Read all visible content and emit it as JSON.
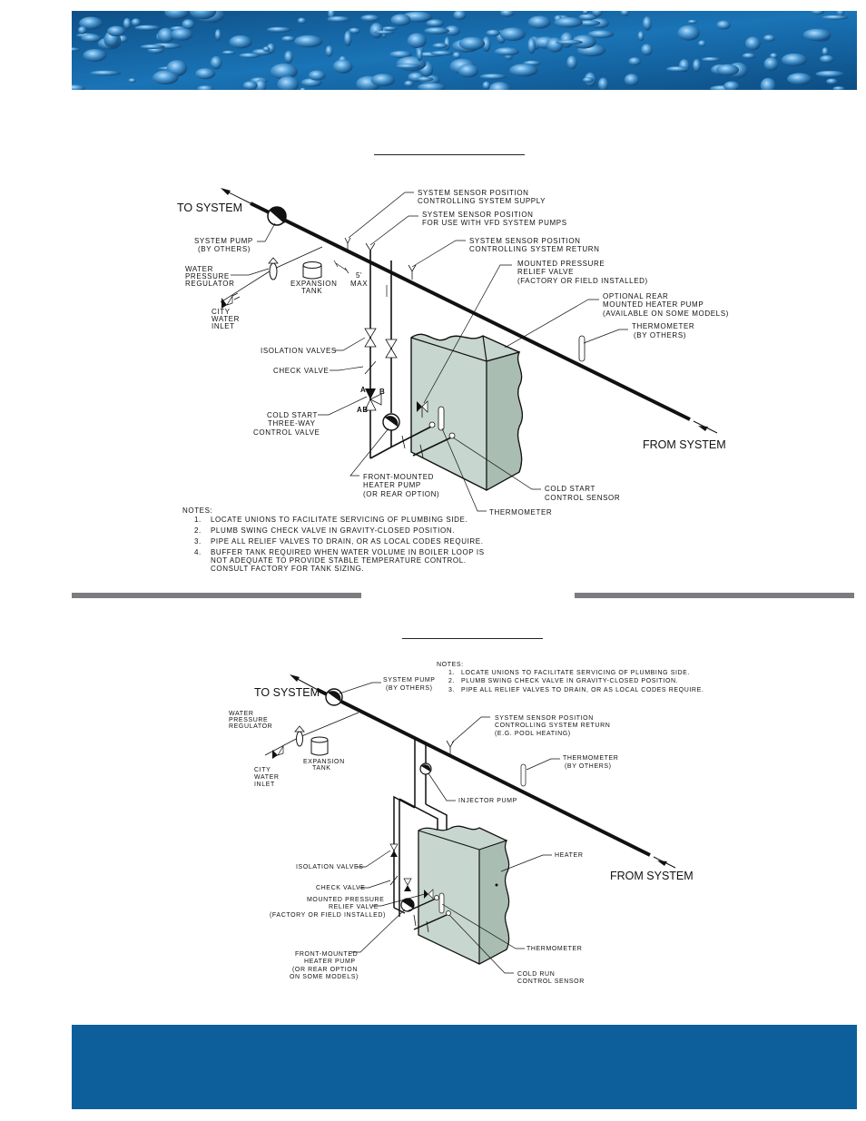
{
  "colors": {
    "banner_blue": "#1a6fb0",
    "footer_blue": "#0d5f9b",
    "divider_gray": "#7a7c80",
    "heater_green": "#c7d6cf"
  },
  "diagram1": {
    "to_system": "TO SYSTEM",
    "from_system": "FROM SYSTEM",
    "system_pump": [
      "SYSTEM PUMP",
      "(BY OTHERS)"
    ],
    "water_pressure_regulator": [
      "WATER",
      "PRESSURE",
      "REGULATOR"
    ],
    "city_water_inlet": [
      "CITY",
      "WATER",
      "INLET"
    ],
    "expansion_tank": [
      "EXPANSION",
      "TANK"
    ],
    "five_max": [
      "5'",
      "MAX"
    ],
    "sensor_supply": [
      "SYSTEM SENSOR POSITION",
      "CONTROLLING SYSTEM SUPPLY"
    ],
    "sensor_vfd": [
      "SYSTEM SENSOR POSITION",
      "FOR USE WITH VFD SYSTEM PUMPS"
    ],
    "sensor_return": [
      "SYSTEM SENSOR POSITION",
      "CONTROLLING SYSTEM RETURN"
    ],
    "relief_valve": [
      "MOUNTED PRESSURE",
      "RELIEF VALVE",
      "(FACTORY OR FIELD INSTALLED)"
    ],
    "rear_pump": [
      "OPTIONAL REAR",
      "MOUNTED HEATER PUMP",
      "(AVAILABLE ON SOME MODELS)"
    ],
    "thermometer_others": [
      "THERMOMETER",
      "(BY OTHERS)"
    ],
    "isolation_valves": "ISOLATION VALVES",
    "check_valve": "CHECK VALVE",
    "port_a": "A",
    "port_b": "B",
    "port_ab": "AB",
    "cold_start_valve": [
      "COLD START",
      "THREE-WAY",
      "CONTROL VALVE"
    ],
    "front_pump": [
      "FRONT-MOUNTED",
      "HEATER PUMP",
      "(OR REAR OPTION)"
    ],
    "thermometer": "THERMOMETER",
    "cold_start_sensor": [
      "COLD START",
      "CONTROL SENSOR"
    ],
    "notes_title": "NOTES:",
    "notes": [
      [
        "1.",
        "LOCATE UNIONS TO FACILITATE SERVICING OF PLUMBING SIDE."
      ],
      [
        "2.",
        "PLUMB SWING CHECK VALVE IN GRAVITY-CLOSED POSITION."
      ],
      [
        "3.",
        "PIPE ALL RELIEF VALVES TO DRAIN, OR AS LOCAL CODES REQUIRE."
      ],
      [
        "4.",
        "BUFFER TANK REQUIRED WHEN WATER VOLUME IN BOILER LOOP IS"
      ],
      [
        "",
        "NOT ADEQUATE TO PROVIDE STABLE TEMPERATURE CONTROL."
      ],
      [
        "",
        "CONSULT FACTORY FOR TANK SIZING."
      ]
    ]
  },
  "diagram2": {
    "to_system": "TO SYSTEM",
    "from_system": "FROM SYSTEM",
    "system_pump": [
      "SYSTEM PUMP",
      "(BY OTHERS)"
    ],
    "notes_title": "NOTES:",
    "notes": [
      [
        "1.",
        "LOCATE UNIONS TO FACILITATE SERVICING OF PLUMBING SIDE."
      ],
      [
        "2.",
        "PLUMB SWING CHECK VALVE IN GRAVITY-CLOSED POSITION."
      ],
      [
        "3.",
        "PIPE ALL RELIEF VALVES TO DRAIN, OR AS LOCAL CODES REQUIRE."
      ]
    ],
    "water_pressure_regulator": [
      "WATER",
      "PRESSURE",
      "REGULATOR"
    ],
    "expansion_tank": [
      "EXPANSION",
      "TANK"
    ],
    "city_water_inlet": [
      "CITY",
      "WATER",
      "INLET"
    ],
    "sensor_return": [
      "SYSTEM SENSOR POSITION",
      "CONTROLLING SYSTEM RETURN",
      "(E.G. POOL HEATING)"
    ],
    "thermometer_others": [
      "THERMOMETER",
      "(BY OTHERS)"
    ],
    "injector_pump": "INJECTOR PUMP",
    "heater": "HEATER",
    "isolation_valves": "ISOLATION VALVES",
    "check_valve": "CHECK VALVE",
    "relief_valve": [
      "MOUNTED PRESSURE",
      "RELIEF VALVE",
      "(FACTORY OR FIELD INSTALLED)"
    ],
    "front_pump": [
      "FRONT-MOUNTED",
      "HEATER PUMP",
      "(OR REAR OPTION",
      "ON SOME MODELS)"
    ],
    "thermometer": "THERMOMETER",
    "cold_run_sensor": [
      "COLD RUN",
      "CONTROL SENSOR"
    ]
  }
}
